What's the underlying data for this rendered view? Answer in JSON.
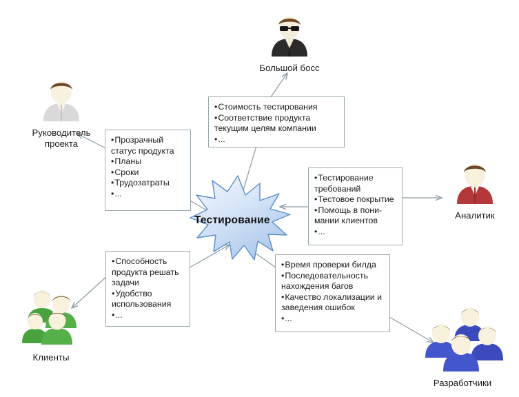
{
  "diagram": {
    "center": {
      "label": "Тестирование",
      "shape": "star-burst",
      "fill_color": "#cfe0f5",
      "stroke_color": "#5b8fc9"
    },
    "actors": [
      {
        "id": "big-boss",
        "label": "Большой босс",
        "color": "#2b2b2b",
        "kind": "single"
      },
      {
        "id": "project-manager",
        "label": "Руководитель\nпроекта",
        "color": "#d8d8d8",
        "kind": "single"
      },
      {
        "id": "analyst",
        "label": "Аналитик",
        "color": "#b4373a",
        "kind": "single"
      },
      {
        "id": "clients",
        "label": "Клиенты",
        "color": "#4aa23f",
        "kind": "group"
      },
      {
        "id": "developers",
        "label": "Разработчики",
        "color": "#3b4bbd",
        "kind": "group"
      }
    ],
    "boxes": [
      {
        "id": "box-big-boss",
        "for": "big-boss",
        "items": [
          "Стоимость тестирования",
          "Соответствие продукта",
          "текущим целям  компании",
          "..."
        ],
        "bullets": [
          true,
          true,
          false,
          true
        ]
      },
      {
        "id": "box-project-manager",
        "for": "project-manager",
        "items": [
          "Прозрачный",
          "статус продукта",
          "Планы",
          "Сроки",
          "Трудозатраты",
          "..."
        ],
        "bullets": [
          true,
          false,
          true,
          true,
          true,
          true
        ]
      },
      {
        "id": "box-analyst",
        "for": "analyst",
        "items": [
          "Тестирование",
          "требований",
          "Тестовое покрытие",
          "Помощь в пони-",
          "мании клиентов",
          "..."
        ],
        "bullets": [
          true,
          false,
          true,
          true,
          false,
          true
        ]
      },
      {
        "id": "box-clients",
        "for": "clients",
        "items": [
          "Способность",
          "продукта решать",
          "задачи",
          "Удобство",
          "использования",
          "..."
        ],
        "bullets": [
          true,
          false,
          false,
          true,
          false,
          true
        ]
      },
      {
        "id": "box-developers",
        "for": "developers",
        "items": [
          "Время проверки билда",
          "Последовательность",
          "нахождения багов",
          "Качество локализации и",
          "заведения ошибок",
          "..."
        ],
        "bullets": [
          true,
          true,
          false,
          true,
          false,
          true
        ]
      }
    ]
  }
}
